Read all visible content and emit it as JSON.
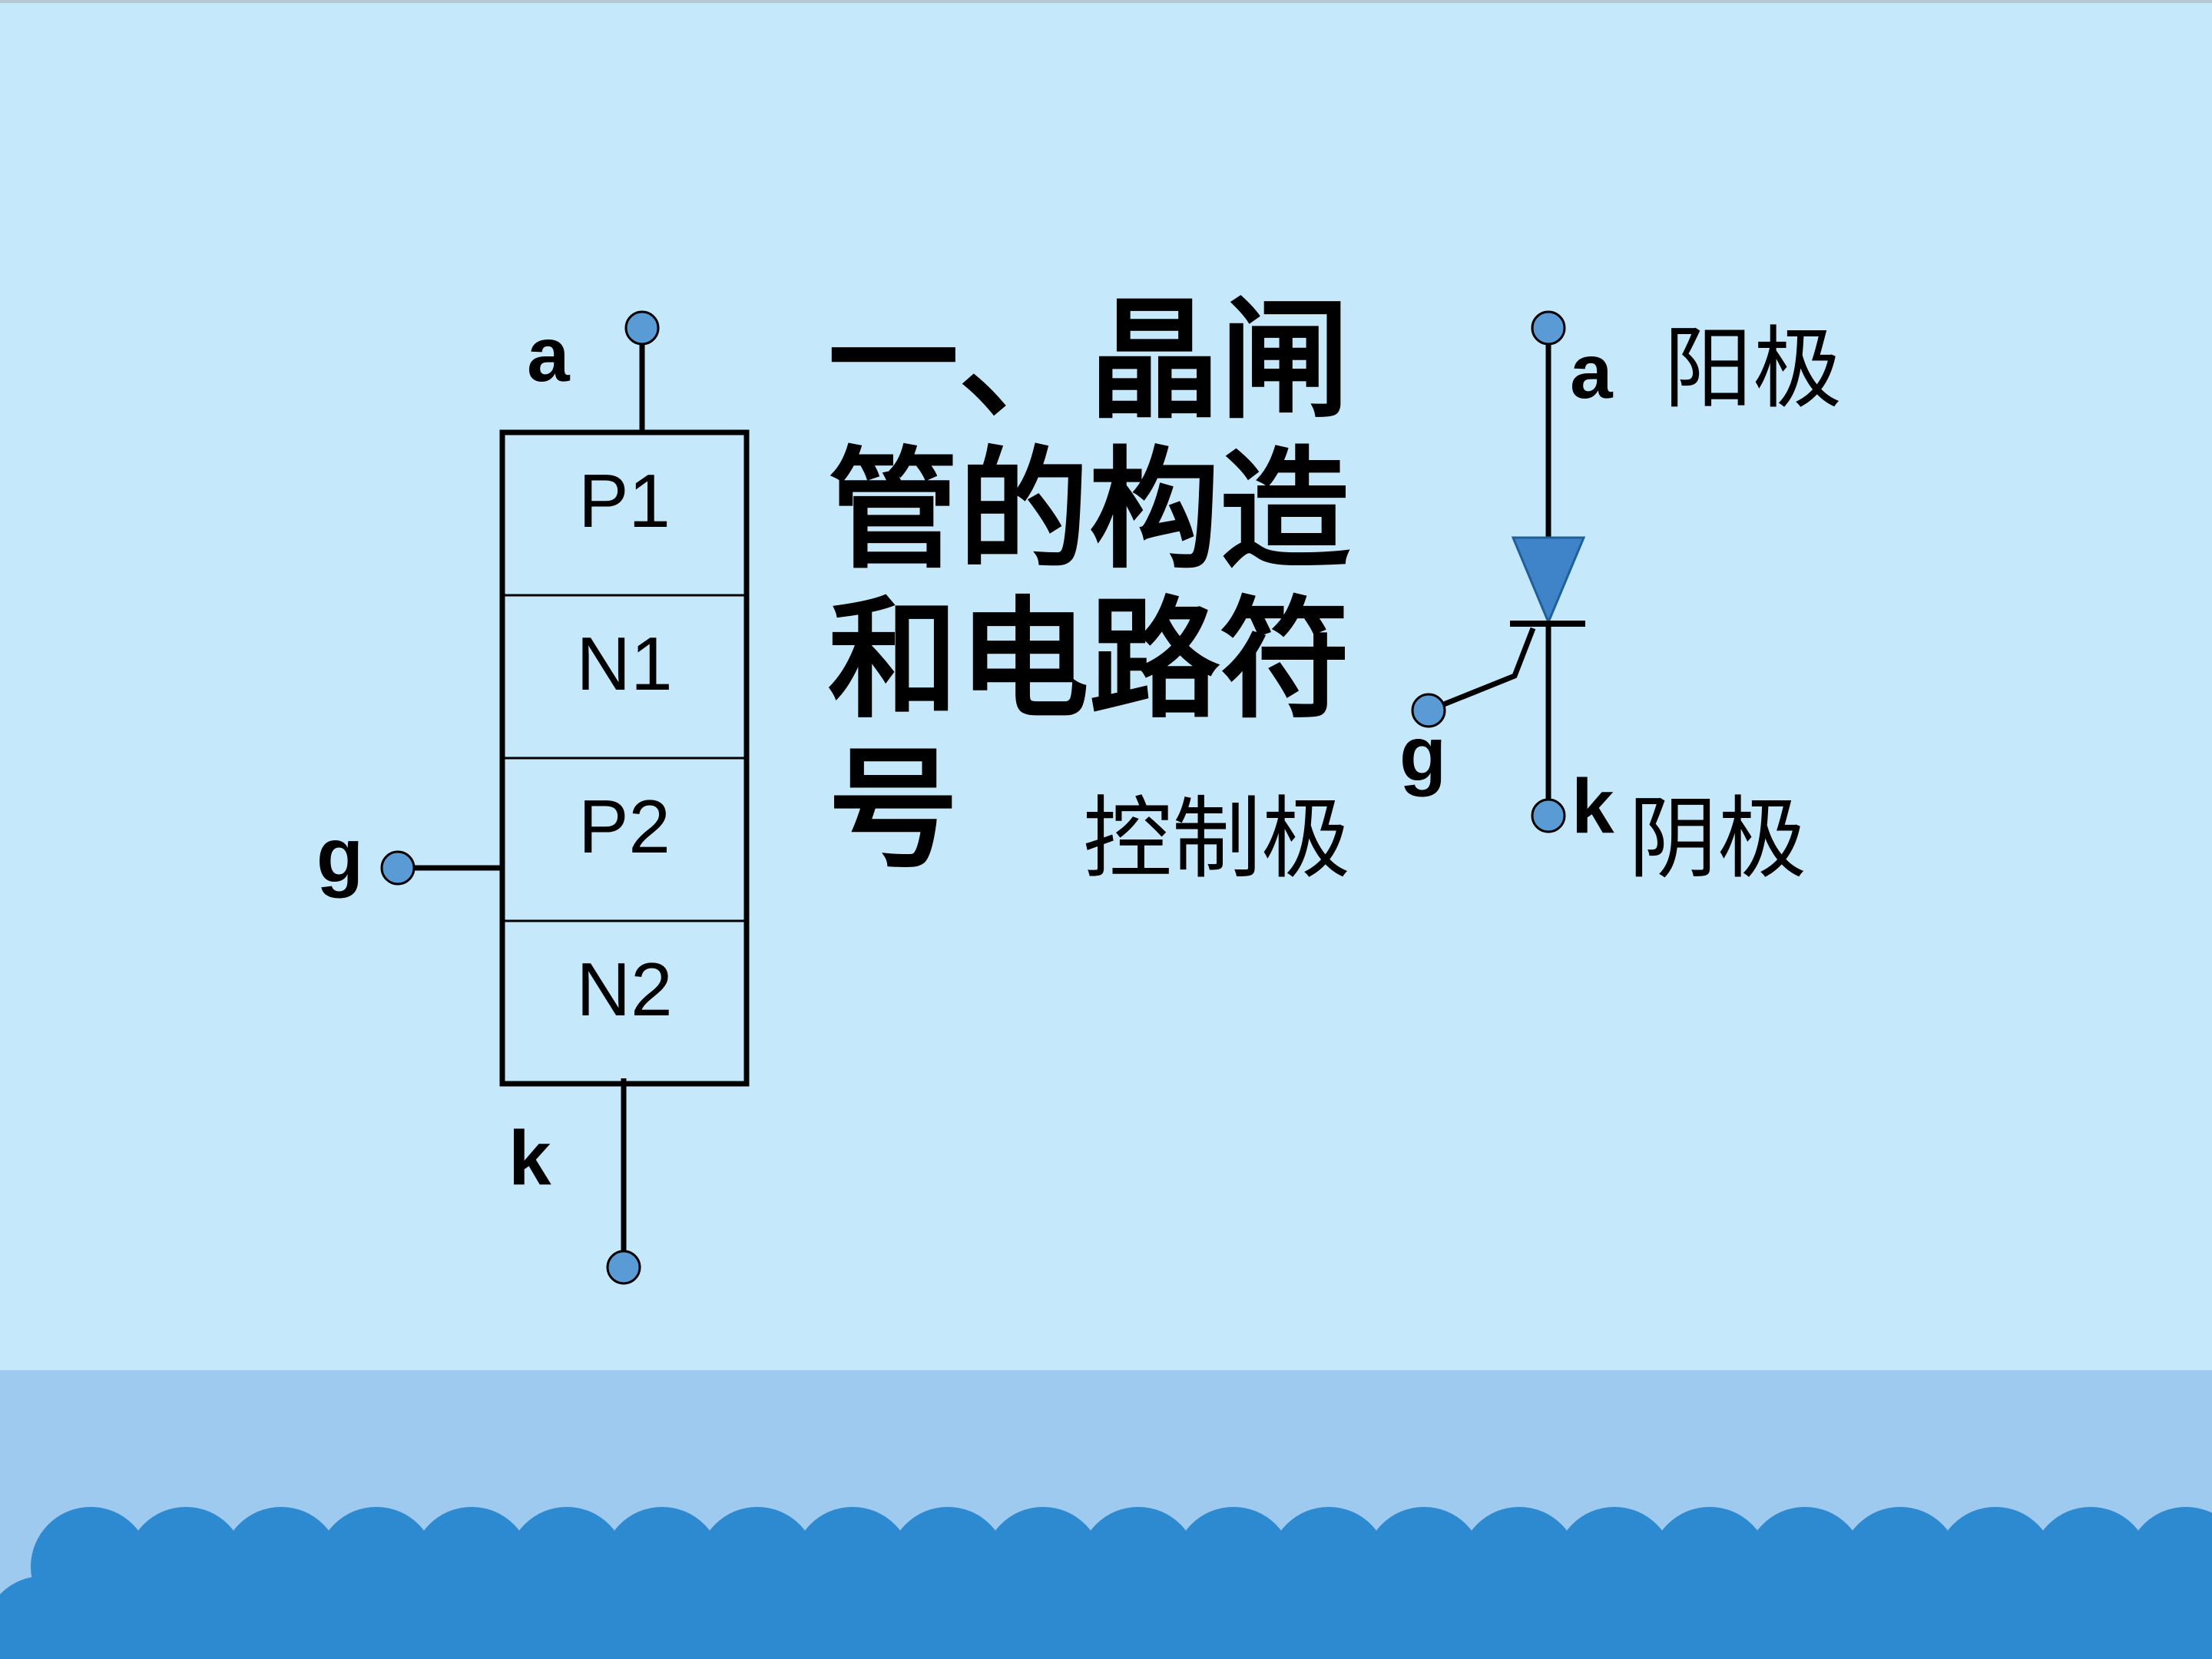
{
  "title_lines": [
    "一、晶闸",
    "管的构造",
    "和电路符",
    "号"
  ],
  "structure": {
    "anode_label": "a",
    "gate_label": "g",
    "cathode_label": "k",
    "layers": [
      "P1",
      "N1",
      "P2",
      "N2"
    ]
  },
  "symbol": {
    "anode_label": "a",
    "anode_name": "阳极",
    "gate_label": "g",
    "gate_name": "控制极",
    "cathode_label": "k",
    "cathode_name": "阴极"
  },
  "colors": {
    "background": "#c6e8fb",
    "terminal_dot": "#5b9bd5",
    "diode_fill": "#3f84c8",
    "band": "#9ecaf0",
    "scallop": "#2d8ad0"
  }
}
